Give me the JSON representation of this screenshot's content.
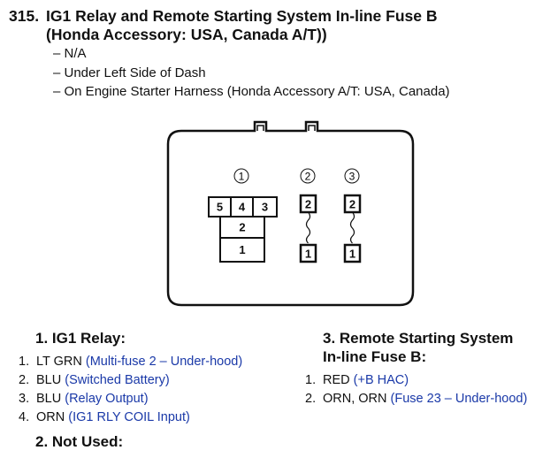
{
  "header": {
    "number": "315.",
    "title_line1": "IG1 Relay and Remote Starting System In-line Fuse B",
    "title_line2": "(Honda Accessory: USA, Canada A/T))"
  },
  "locations": [
    "– N/A",
    "– Under Left Side of Dash",
    "– On Engine Starter Harness (Honda Accessory A/T: USA, Canada)"
  ],
  "connector": {
    "labels": [
      "1",
      "2",
      "3"
    ],
    "relay_pins": [
      "5",
      "4",
      "3",
      "2",
      "1"
    ],
    "fuse_pins": [
      "2",
      "1",
      "2",
      "1"
    ]
  },
  "section1": {
    "heading": "1. IG1 Relay:",
    "items": [
      {
        "n": "1.",
        "wire": "LT GRN",
        "desc": "(Multi-fuse 2 – Under-hood)"
      },
      {
        "n": "2.",
        "wire": "BLU",
        "desc": "(Switched Battery)"
      },
      {
        "n": "3.",
        "wire": "BLU",
        "desc": "(Relay Output)"
      },
      {
        "n": "4.",
        "wire": "ORN",
        "desc": "(IG1 RLY COIL Input)"
      }
    ]
  },
  "section2": {
    "heading": "2. Not Used:"
  },
  "section3": {
    "heading_line1": "3. Remote Starting System",
    "heading_line2": "In-line Fuse B:",
    "items": [
      {
        "n": "1.",
        "wire": "RED",
        "desc": "(+B HAC)"
      },
      {
        "n": "2.",
        "wire": "ORN, ORN",
        "desc": "(Fuse 23 – Under-hood)"
      }
    ]
  }
}
